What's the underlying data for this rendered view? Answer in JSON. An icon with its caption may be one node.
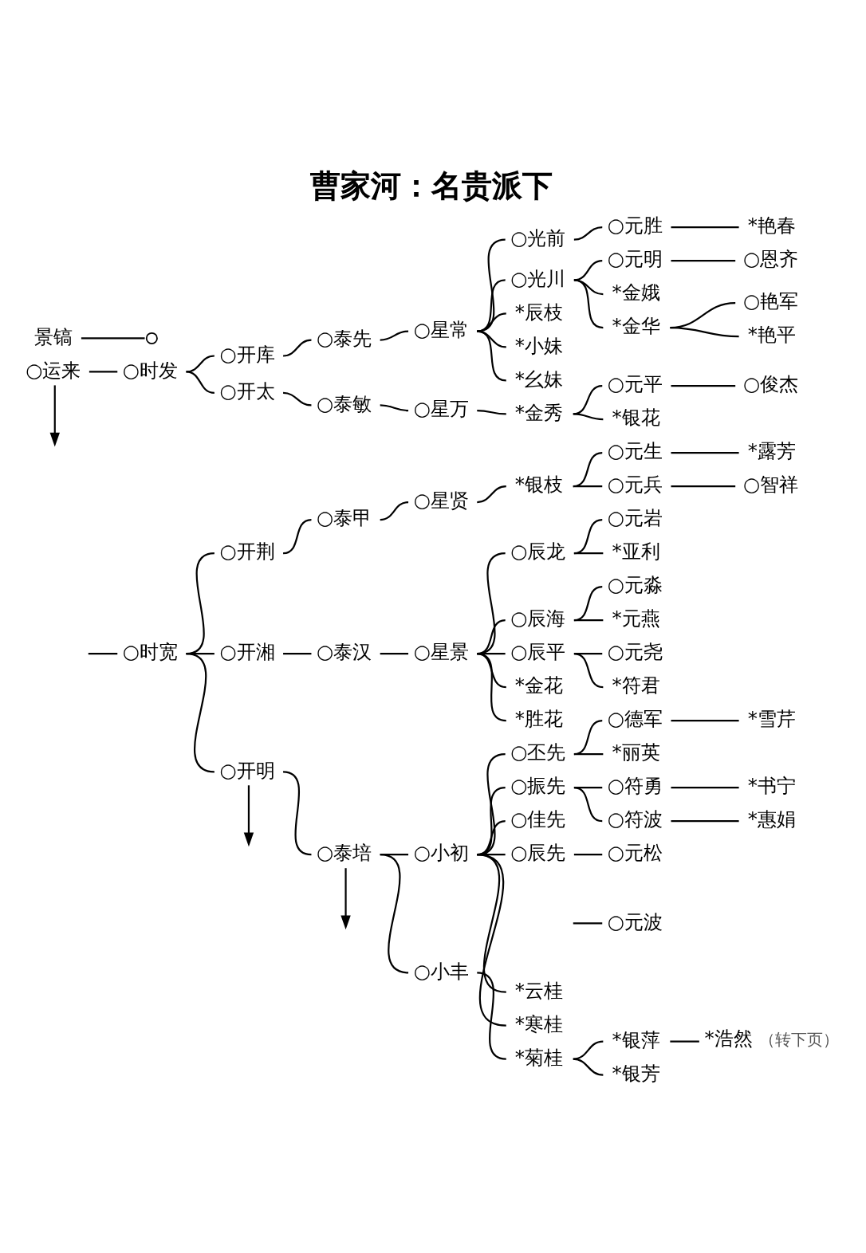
{
  "diagram": {
    "title": "曹家河：名贵派下",
    "nodes": [
      {
        "text": [
          "景镐"
        ]
      },
      {
        "text": [],
        "shape": "circle"
      },
      {
        "text": [
          "○运来"
        ]
      },
      {
        "text": [
          "○时发"
        ]
      },
      {
        "text": [
          "○开库"
        ]
      },
      {
        "text": [
          "○泰先"
        ]
      },
      {
        "text": [
          "○星常"
        ]
      },
      {
        "text": [
          "○光前"
        ]
      },
      {
        "text": [
          "○元胜"
        ]
      },
      {
        "text": [
          "*艳春"
        ]
      },
      {
        "text": [
          "○光川"
        ]
      },
      {
        "text": [
          "○元明"
        ]
      },
      {
        "text": [
          "○恩齐"
        ]
      },
      {
        "text": [
          "*金娥"
        ]
      },
      {
        "text": [
          "*金华"
        ]
      },
      {
        "text": [
          "○艳军"
        ]
      },
      {
        "text": [
          "*艳平"
        ]
      },
      {
        "text": [
          "*辰枝"
        ]
      },
      {
        "text": [
          "*小妹"
        ]
      },
      {
        "text": [
          "*幺妹"
        ]
      },
      {
        "text": [
          "○开太"
        ]
      },
      {
        "text": [
          "○泰敏"
        ]
      },
      {
        "text": [
          "○星万"
        ]
      },
      {
        "text": [
          "*金秀"
        ]
      },
      {
        "text": [
          "○元平"
        ]
      },
      {
        "text": [
          "○俊杰"
        ]
      },
      {
        "text": [
          "*银花"
        ]
      },
      {
        "text": [
          "○时宽"
        ]
      },
      {
        "text": [
          "○开荆"
        ]
      },
      {
        "text": [
          "○泰甲"
        ]
      },
      {
        "text": [
          "○星贤"
        ]
      },
      {
        "text": [
          "*银枝"
        ]
      },
      {
        "text": [
          "○元生"
        ]
      },
      {
        "text": [
          "*露芳"
        ]
      },
      {
        "text": [
          "○元兵"
        ]
      },
      {
        "text": [
          "○智祥"
        ]
      },
      {
        "text": [
          "○开湘"
        ]
      },
      {
        "text": [
          "○泰汉"
        ]
      },
      {
        "text": [
          "○星景"
        ]
      },
      {
        "text": [
          "○辰龙"
        ]
      },
      {
        "text": [
          "○元岩"
        ]
      },
      {
        "text": [
          "*亚利"
        ]
      },
      {
        "text": [
          "○辰海"
        ]
      },
      {
        "text": [
          "○元淼"
        ]
      },
      {
        "text": [
          "*元燕"
        ]
      },
      {
        "text": [
          "○辰平"
        ]
      },
      {
        "text": [
          "○元尧"
        ]
      },
      {
        "text": [
          "*符君"
        ]
      },
      {
        "text": [
          "*金花"
        ]
      },
      {
        "text": [
          "*胜花"
        ]
      },
      {
        "text": [
          "○开明"
        ]
      },
      {
        "text": [
          "○泰培"
        ]
      },
      {
        "text": [
          "○小初"
        ]
      },
      {
        "text": [
          "○丕先"
        ]
      },
      {
        "text": [
          "○德军"
        ]
      },
      {
        "text": [
          "*雪芹"
        ]
      },
      {
        "text": [
          "*丽英"
        ]
      },
      {
        "text": [
          "○振先"
        ]
      },
      {
        "text": [
          "○符勇"
        ]
      },
      {
        "text": [
          "*书宁"
        ]
      },
      {
        "text": [
          "○符波"
        ]
      },
      {
        "text": [
          "*惠娟"
        ]
      },
      {
        "text": [
          "○佳先"
        ]
      },
      {
        "text": [
          "○辰先"
        ]
      },
      {
        "text": [
          "○元松"
        ]
      },
      {
        "text": [
          "○元波"
        ]
      },
      {
        "text": [
          "*云桂"
        ]
      },
      {
        "text": [
          "*寒桂"
        ]
      },
      {
        "text": [
          "○小丰"
        ]
      },
      {
        "text": [
          "*菊桂"
        ]
      },
      {
        "text": [
          "*银萍"
        ]
      },
      {
        "text": [
          "*浩然"
        ],
        "beside": [
          "（转下页）"
        ]
      },
      {
        "text": [
          "*银芳"
        ]
      }
    ],
    "edges": [
      {
        "from": 0,
        "to": 1,
        "arrow": "none"
      },
      {
        "from": 2,
        "to": 3,
        "arrow": "none"
      },
      {
        "from": 3,
        "to": 4,
        "arrow": "none"
      },
      {
        "from": 4,
        "to": 5,
        "arrow": "none"
      },
      {
        "from": 5,
        "to": 6,
        "arrow": "none"
      },
      {
        "from": 6,
        "to": 7,
        "arrow": "none"
      },
      {
        "from": 7,
        "to": 8,
        "arrow": "none"
      },
      {
        "from": 8,
        "to": 9,
        "arrow": "none"
      },
      {
        "from": 6,
        "to": 10,
        "arrow": "none"
      },
      {
        "from": 10,
        "to": 11,
        "arrow": "none"
      },
      {
        "from": 11,
        "to": 12,
        "arrow": "none"
      },
      {
        "from": 10,
        "to": 13,
        "arrow": "none"
      },
      {
        "from": 10,
        "to": 14,
        "arrow": "none"
      },
      {
        "from": 14,
        "to": 15,
        "arrow": "none"
      },
      {
        "from": 14,
        "to": 16,
        "arrow": "none"
      },
      {
        "from": 6,
        "to": 17,
        "arrow": "none"
      },
      {
        "from": 6,
        "to": 18,
        "arrow": "none"
      },
      {
        "from": 6,
        "to": 19,
        "arrow": "none"
      },
      {
        "from": 3,
        "to": 20,
        "arrow": "none"
      },
      {
        "from": 20,
        "to": 21,
        "arrow": "none"
      },
      {
        "from": 21,
        "to": 22,
        "arrow": "none"
      },
      {
        "from": 22,
        "to": 23,
        "arrow": "none"
      },
      {
        "from": 23,
        "to": 24,
        "arrow": "none"
      },
      {
        "from": 24,
        "to": 25,
        "arrow": "none"
      },
      {
        "from": 23,
        "to": 26,
        "arrow": "none"
      },
      {
        "from": null,
        "to": 27,
        "arrow": "none"
      },
      {
        "from": 27,
        "to": 28,
        "arrow": "none"
      },
      {
        "from": 28,
        "to": 29,
        "arrow": "none"
      },
      {
        "from": 29,
        "to": 30,
        "arrow": "none"
      },
      {
        "from": 30,
        "to": 31,
        "arrow": "none"
      },
      {
        "from": 31,
        "to": 32,
        "arrow": "none"
      },
      {
        "from": 32,
        "to": 33,
        "arrow": "none"
      },
      {
        "from": 31,
        "to": 34,
        "arrow": "none"
      },
      {
        "from": 34,
        "to": 35,
        "arrow": "none"
      },
      {
        "from": 27,
        "to": 36,
        "arrow": "none"
      },
      {
        "from": 36,
        "to": 37,
        "arrow": "none"
      },
      {
        "from": 37,
        "to": 38,
        "arrow": "none"
      },
      {
        "from": 38,
        "to": 39,
        "arrow": "none"
      },
      {
        "from": 39,
        "to": 40,
        "arrow": "none"
      },
      {
        "from": 39,
        "to": 41,
        "arrow": "none"
      },
      {
        "from": 38,
        "to": 42,
        "arrow": "none"
      },
      {
        "from": 42,
        "to": 43,
        "arrow": "none"
      },
      {
        "from": 42,
        "to": 44,
        "arrow": "none"
      },
      {
        "from": 38,
        "to": 45,
        "arrow": "none"
      },
      {
        "from": 45,
        "to": 46,
        "arrow": "none"
      },
      {
        "from": 45,
        "to": 47,
        "arrow": "none"
      },
      {
        "from": 38,
        "to": 48,
        "arrow": "none"
      },
      {
        "from": 38,
        "to": 49,
        "arrow": "none"
      },
      {
        "from": 27,
        "to": 50,
        "arrow": "none"
      },
      {
        "from": 50,
        "to": 51,
        "arrow": "none"
      },
      {
        "from": 51,
        "to": 52,
        "arrow": "none"
      },
      {
        "from": 52,
        "to": 53,
        "arrow": "none"
      },
      {
        "from": 53,
        "to": 54,
        "arrow": "none"
      },
      {
        "from": 54,
        "to": 55,
        "arrow": "none"
      },
      {
        "from": 53,
        "to": 56,
        "arrow": "none"
      },
      {
        "from": 52,
        "to": 57,
        "arrow": "none"
      },
      {
        "from": 57,
        "to": 58,
        "arrow": "none"
      },
      {
        "from": 58,
        "to": 59,
        "arrow": "none"
      },
      {
        "from": 57,
        "to": 60,
        "arrow": "none"
      },
      {
        "from": 60,
        "to": 61,
        "arrow": "none"
      },
      {
        "from": 52,
        "to": 62,
        "arrow": "none"
      },
      {
        "from": 52,
        "to": 63,
        "arrow": "none"
      },
      {
        "from": 63,
        "to": 64,
        "arrow": "none"
      },
      {
        "from": null,
        "to": 65,
        "arrow": "none"
      },
      {
        "from": 52,
        "to": 66,
        "arrow": "none"
      },
      {
        "from": 52,
        "to": 67,
        "arrow": "none"
      },
      {
        "from": 51,
        "to": 68,
        "arrow": "none"
      },
      {
        "from": 68,
        "to": 69,
        "arrow": "none"
      },
      {
        "from": 69,
        "to": 70,
        "arrow": "none"
      },
      {
        "from": 70,
        "to": 71,
        "arrow": "none"
      },
      {
        "from": 69,
        "to": 72,
        "arrow": "none"
      },
      {
        "from": 51,
        "to": null,
        "arrow": "to"
      },
      {
        "from": 50,
        "to": null,
        "arrow": "to"
      },
      {
        "from": 2,
        "to": null,
        "arrow": "to"
      }
    ]
  }
}
